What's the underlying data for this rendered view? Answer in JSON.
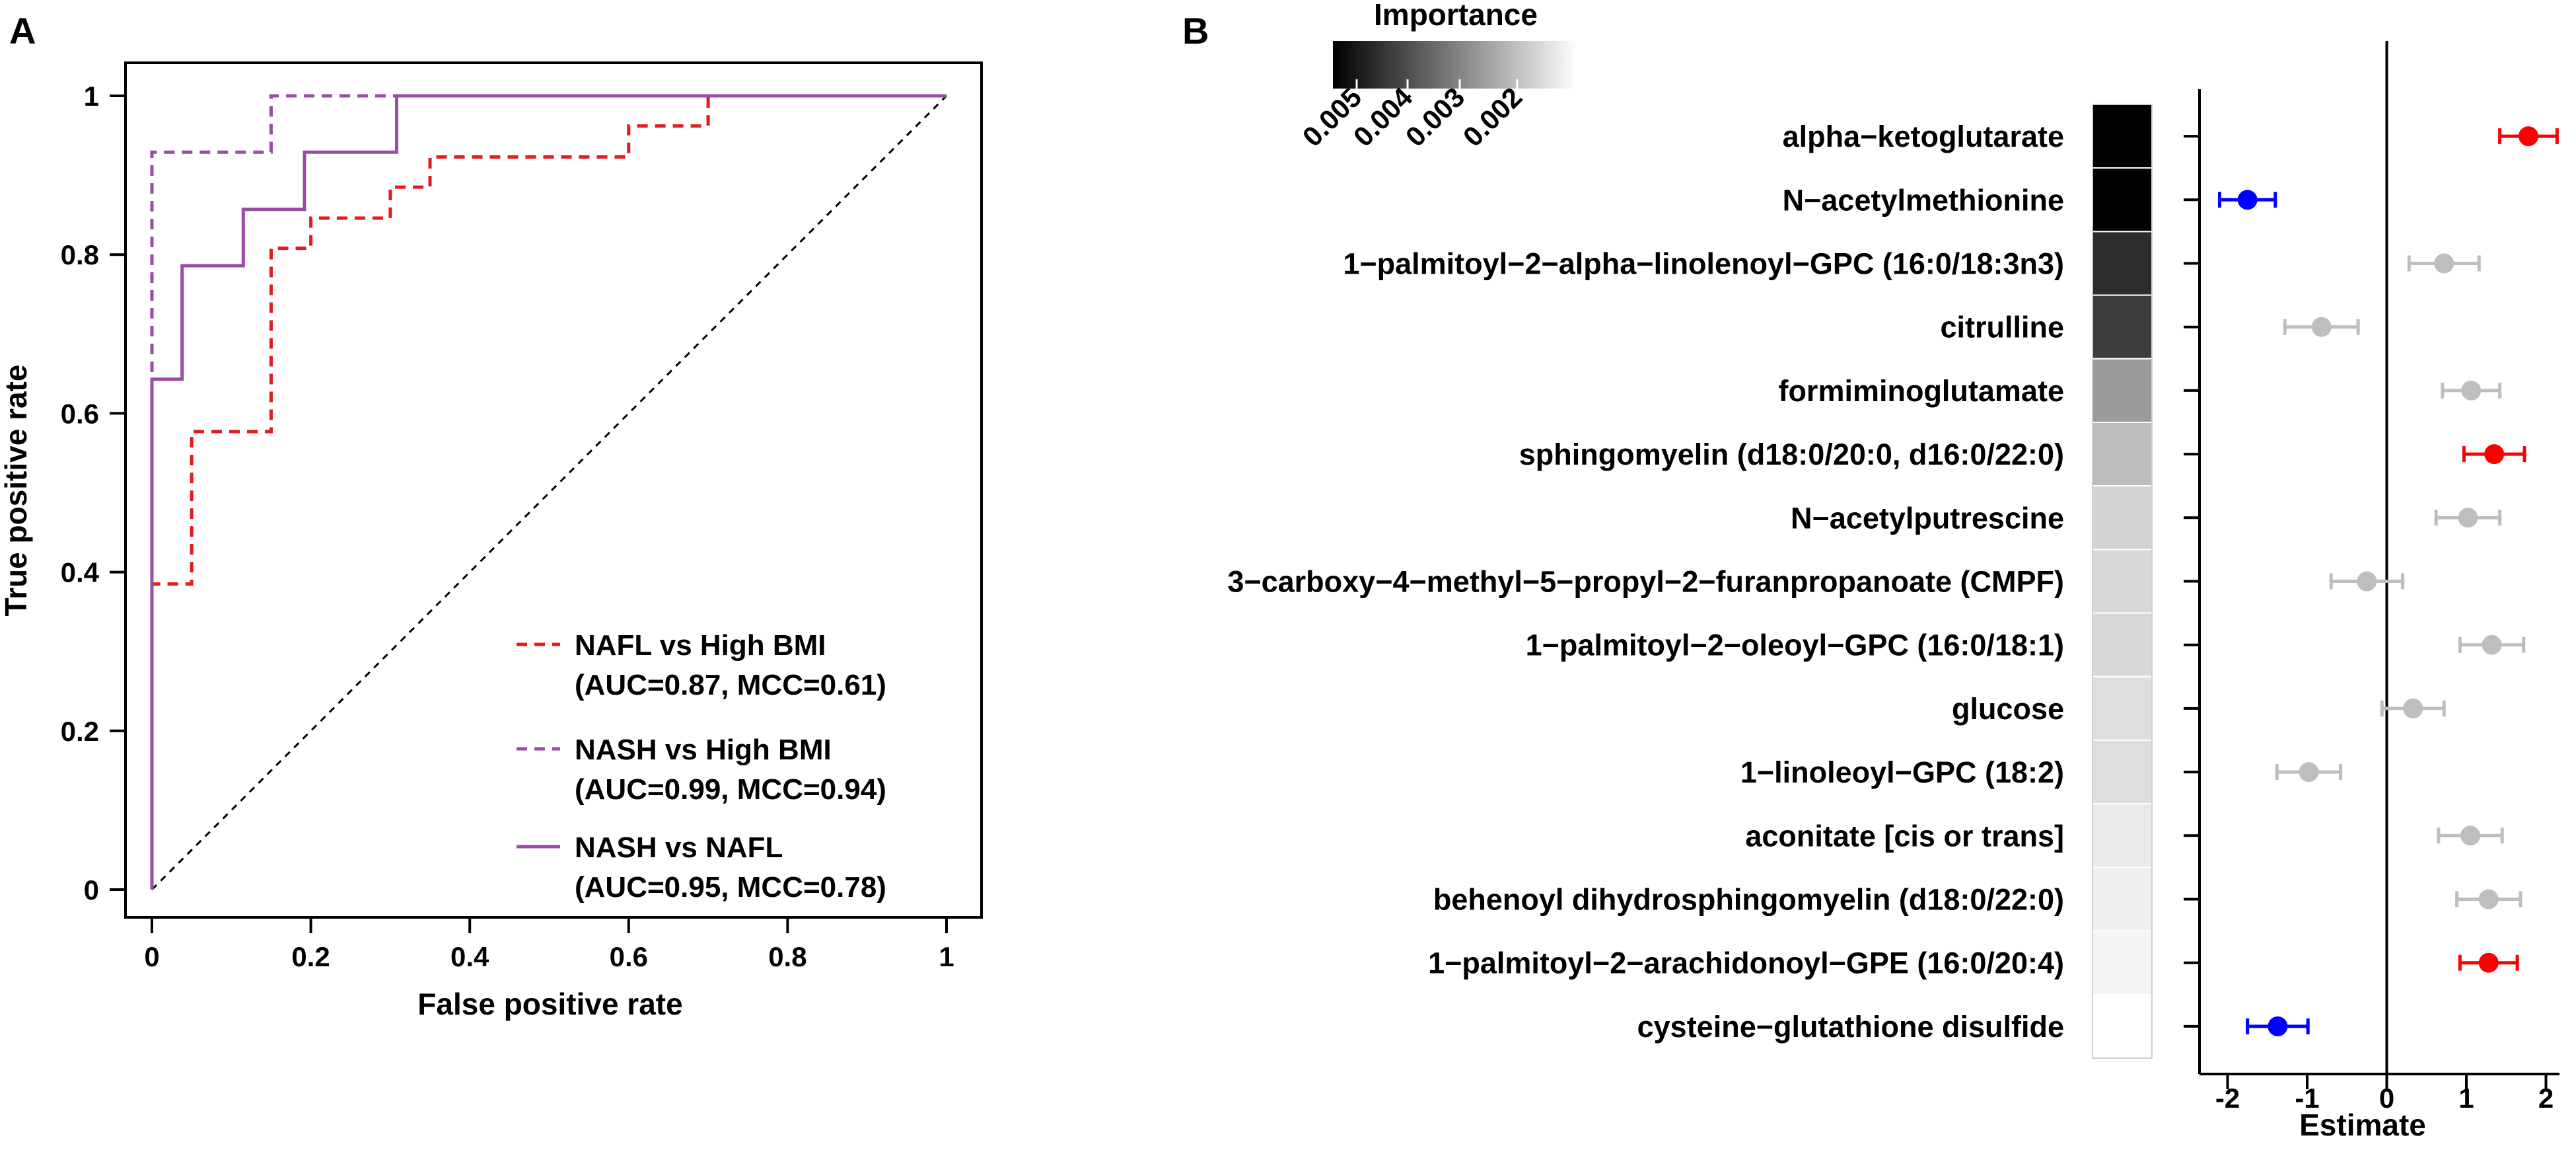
{
  "figure": {
    "panel_a_letter": "A",
    "panel_b_letter": "B"
  },
  "chart_data": [
    {
      "type": "line",
      "panel": "A",
      "xlabel": "False positive rate",
      "ylabel": "True positive rate",
      "xlim": [
        0,
        1
      ],
      "ylim": [
        0,
        1
      ],
      "xticks": [
        "0",
        "0.2",
        "0.4",
        "0.6",
        "0.8",
        "1"
      ],
      "yticks": [
        "0",
        "0.2",
        "0.4",
        "0.6",
        "0.8",
        "1"
      ],
      "grid": false,
      "legend_position": "bottom-right",
      "reference_line": {
        "style": "dashed",
        "color": "#000000",
        "x": [
          0,
          1
        ],
        "y": [
          0,
          1
        ]
      },
      "series": [
        {
          "name": "NAFL vs High BMI",
          "stats": "(AUC=0.87, MCC=0.61)",
          "color": "#e41a1c",
          "style": "dashed",
          "x": [
            0,
            0,
            0.05,
            0.05,
            0.15,
            0.15,
            0.2,
            0.2,
            0.3,
            0.3,
            0.35,
            0.35,
            0.6,
            0.6,
            0.7,
            0.7,
            1
          ],
          "y": [
            0,
            0.385,
            0.385,
            0.577,
            0.577,
            0.808,
            0.808,
            0.846,
            0.846,
            0.885,
            0.885,
            0.923,
            0.923,
            0.962,
            0.962,
            1,
            1
          ]
        },
        {
          "name": "NASH vs High BMI",
          "stats": "(AUC=0.99, MCC=0.94)",
          "color": "#984ea3",
          "style": "dashed",
          "x": [
            0,
            0,
            0.15,
            0.15,
            1
          ],
          "y": [
            0,
            0.929,
            0.929,
            1,
            1
          ]
        },
        {
          "name": "NASH vs NAFL",
          "stats": "(AUC=0.95, MCC=0.78)",
          "color": "#984ea3",
          "style": "solid",
          "x": [
            0,
            0,
            0.038,
            0.038,
            0.115,
            0.115,
            0.192,
            0.192,
            0.308,
            0.308,
            1
          ],
          "y": [
            0,
            0.643,
            0.643,
            0.786,
            0.786,
            0.857,
            0.857,
            0.929,
            0.929,
            1,
            1
          ]
        }
      ]
    },
    {
      "type": "scatter",
      "panel": "B",
      "subtype": "forest plot with importance heatmap",
      "xlabel": "Estimate",
      "xlim": [
        -2.5,
        2.4
      ],
      "xticks": [
        -2,
        -1,
        0,
        1,
        2
      ],
      "xtick_labels": [
        "-2",
        "-1",
        "0",
        "1",
        "2"
      ],
      "reference_x": 0,
      "colors": {
        "positive": "#ff0000",
        "negative": "#0000ff",
        "nonsignificant": "#bebebe"
      },
      "importance_legend": {
        "title": "Importance",
        "ticks": [
          "0.005",
          "0.004",
          "0.003",
          "0.002"
        ],
        "range": [
          0.0058,
          0.0012
        ]
      },
      "rows": [
        {
          "label": "alpha−ketoglutarate",
          "estimate": 1.78,
          "ci": [
            1.42,
            2.14
          ],
          "status": "positive",
          "importance": 0.0058
        },
        {
          "label": "N−acetylmethionine",
          "estimate": -1.75,
          "ci": [
            -2.1,
            -1.4
          ],
          "status": "negative",
          "importance": 0.0058
        },
        {
          "label": "1−palmitoyl−2−alpha−linolenoyl−GPC (16:0/18:3n3)",
          "estimate": 0.72,
          "ci": [
            0.28,
            1.16
          ],
          "status": "nonsignificant",
          "importance": 0.005
        },
        {
          "label": "citrulline",
          "estimate": -0.82,
          "ci": [
            -1.28,
            -0.36
          ],
          "status": "nonsignificant",
          "importance": 0.0047
        },
        {
          "label": "formiminoglutamate",
          "estimate": 1.06,
          "ci": [
            0.7,
            1.42
          ],
          "status": "nonsignificant",
          "importance": 0.003
        },
        {
          "label": "sphingomyelin (d18:0/20:0, d16:0/22:0)",
          "estimate": 1.35,
          "ci": [
            0.97,
            1.73
          ],
          "status": "positive",
          "importance": 0.0024
        },
        {
          "label": "N−acetylputrescine",
          "estimate": 1.02,
          "ci": [
            0.62,
            1.42
          ],
          "status": "nonsignificant",
          "importance": 0.002
        },
        {
          "label": "3−carboxy−4−methyl−5−propyl−2−furanpropanoate (CMPF)",
          "estimate": -0.25,
          "ci": [
            -0.7,
            0.2
          ],
          "status": "nonsignificant",
          "importance": 0.0019
        },
        {
          "label": "1−palmitoyl−2−oleoyl−GPC (16:0/18:1)",
          "estimate": 1.32,
          "ci": [
            0.92,
            1.72
          ],
          "status": "nonsignificant",
          "importance": 0.0019
        },
        {
          "label": "glucose",
          "estimate": 0.33,
          "ci": [
            -0.06,
            0.72
          ],
          "status": "nonsignificant",
          "importance": 0.0018
        },
        {
          "label": "1−linoleoyl−GPC (18:2)",
          "estimate": -0.98,
          "ci": [
            -1.38,
            -0.58
          ],
          "status": "nonsignificant",
          "importance": 0.0018
        },
        {
          "label": "aconitate [cis or trans]",
          "estimate": 1.05,
          "ci": [
            0.65,
            1.45
          ],
          "status": "nonsignificant",
          "importance": 0.0016
        },
        {
          "label": "behenoyl dihydrosphingomyelin (d18:0/22:0)",
          "estimate": 1.28,
          "ci": [
            0.88,
            1.68
          ],
          "status": "nonsignificant",
          "importance": 0.0015
        },
        {
          "label": "1−palmitoyl−2−arachidonoyl−GPE (16:0/20:4)",
          "estimate": 1.28,
          "ci": [
            0.92,
            1.64
          ],
          "status": "positive",
          "importance": 0.0014
        },
        {
          "label": "cysteine−glutathione disulfide",
          "estimate": -1.37,
          "ci": [
            -1.75,
            -0.99
          ],
          "status": "negative",
          "importance": 0.0012
        }
      ]
    }
  ]
}
